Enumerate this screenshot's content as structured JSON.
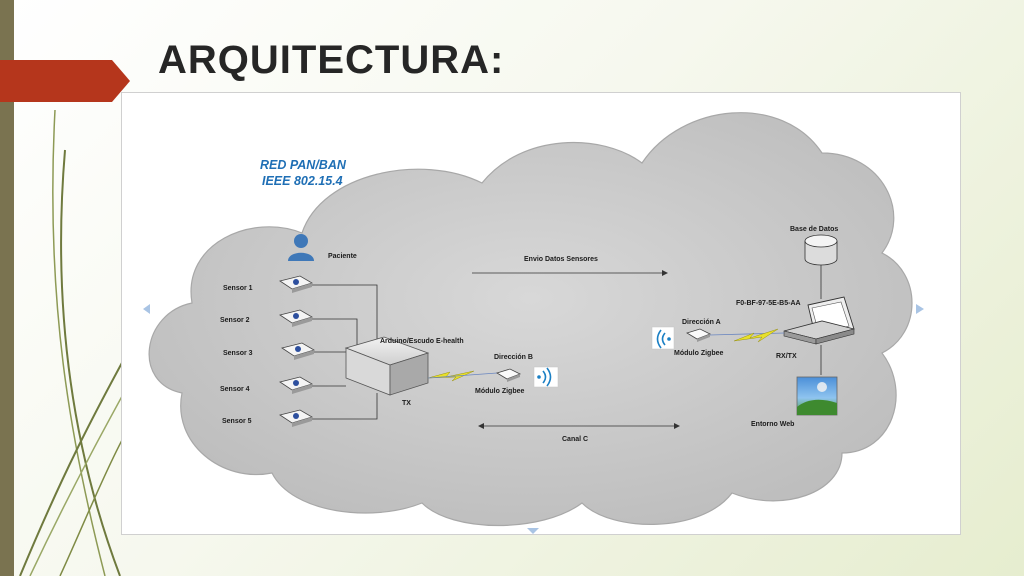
{
  "slide": {
    "title": "ARQUITECTURA:"
  },
  "diagram": {
    "network_title_line1": "RED PAN/BAN",
    "network_title_line2": "IEEE 802.15.4",
    "patient_label": "Paciente",
    "sensors": [
      "Sensor 1",
      "Sensor 2",
      "Sensor 3",
      "Sensor 4",
      "Sensor 5"
    ],
    "arduino_label": "Arduino/Escudo E-health",
    "tx_label": "TX",
    "direccion_b": "Dirección B",
    "modulo_zigbee_left": "Módulo Zigbee",
    "envio_label": "Envio Datos Sensores",
    "canal_label": "Canal C",
    "database_label": "Base de Datos",
    "mac_label": "F0-BF-97-5E-B5-AA",
    "direccion_a": "Dirección A",
    "modulo_zigbee_right": "Módulo Zigbee",
    "rxtx_label": "RX/TX",
    "web_label": "Entorno Web"
  },
  "colors": {
    "accent_red": "#b5361c",
    "network_title": "#1f6fb5",
    "cloud": "#cfcfcf",
    "lightning": "#e8e02a",
    "person": "#3f78b8"
  }
}
